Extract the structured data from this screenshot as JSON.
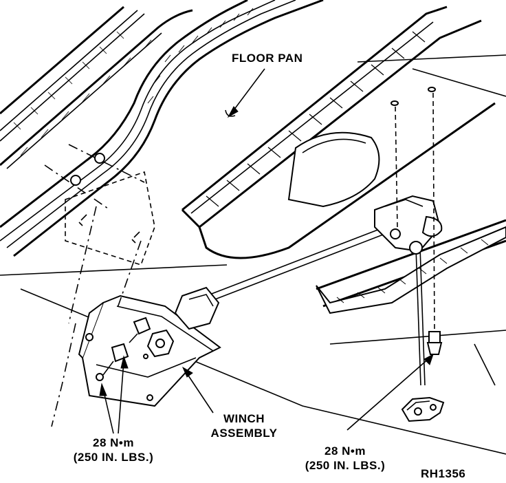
{
  "labels": {
    "floor_pan": "FLOOR PAN",
    "winch_line1": "WINCH",
    "winch_line2": "ASSEMBLY",
    "torque_left_line1": "28 N•m",
    "torque_left_line2": "(250 IN. LBS.)",
    "torque_right_line1": "28 N•m",
    "torque_right_line2": "(250 IN. LBS.)",
    "figure_id": "RH1356"
  },
  "colors": {
    "ink": "#000000",
    "paper": "#ffffff"
  }
}
